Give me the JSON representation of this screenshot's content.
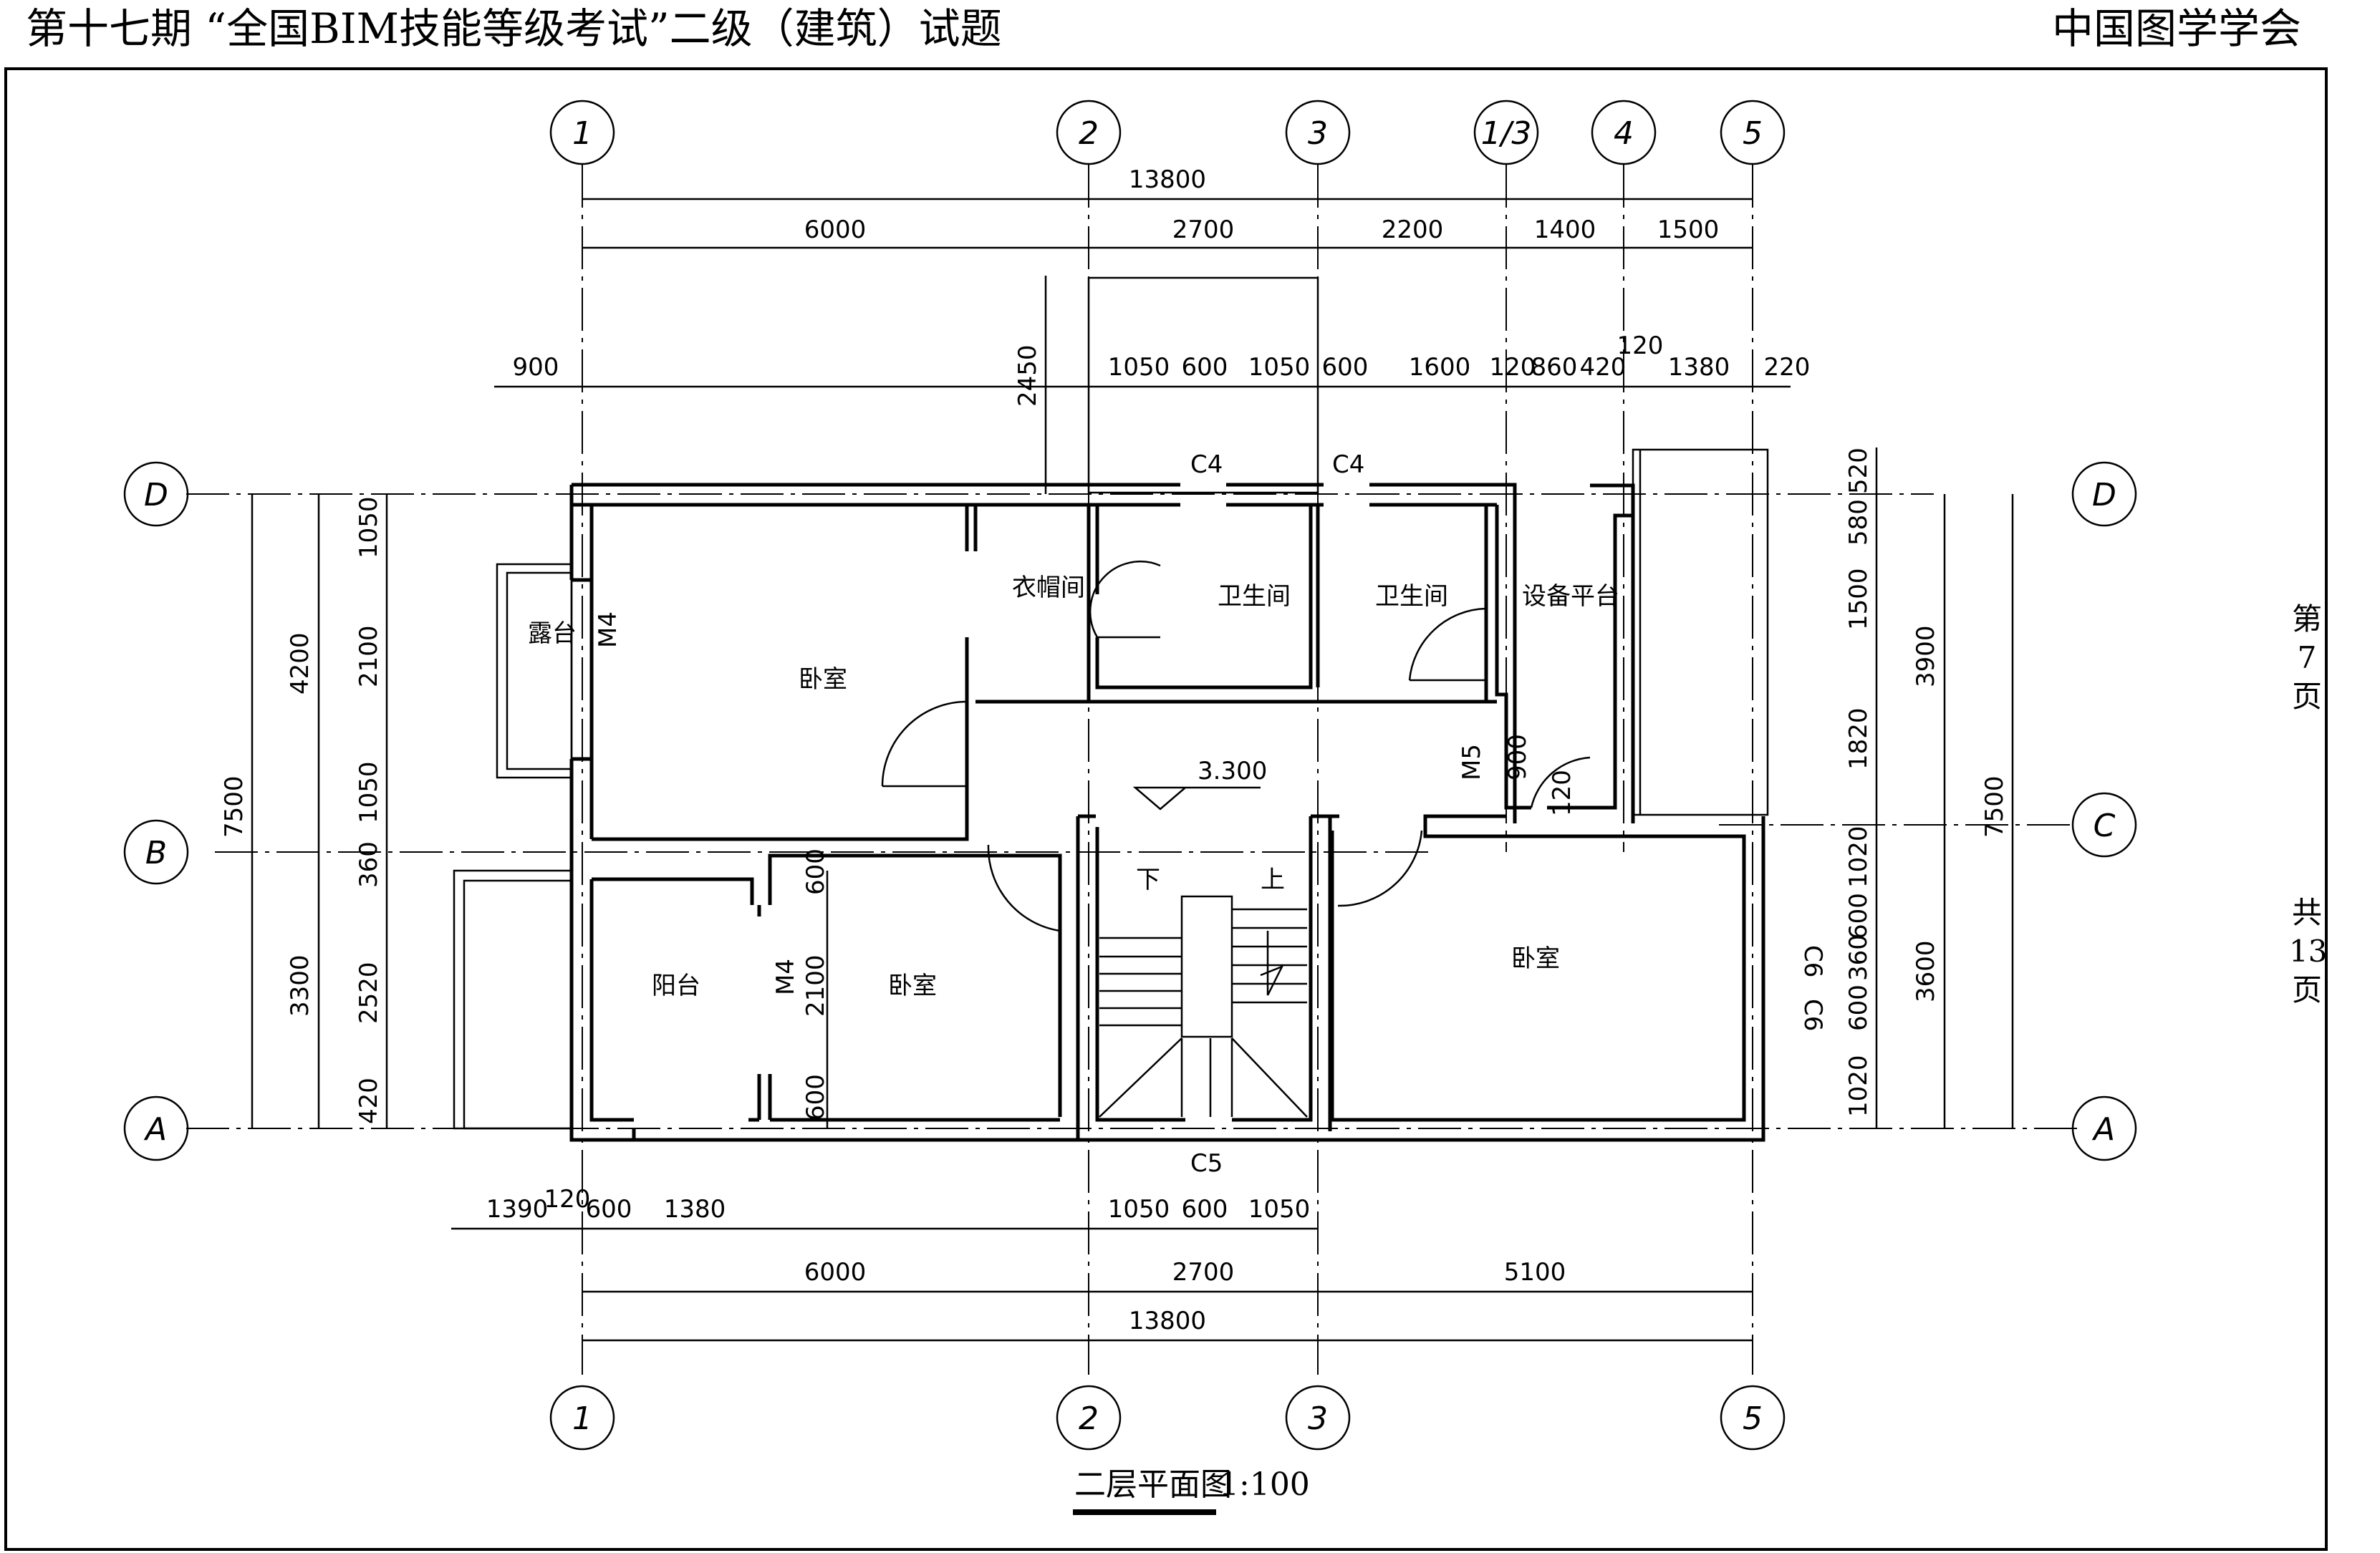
{
  "header": {
    "left": "第十七期 “全国BIM技能等级考试”二级（建筑）试题",
    "right": "中国图学学会"
  },
  "side": {
    "page_di": "第",
    "page_num": "7",
    "page_ye": "页",
    "total_gong": "共",
    "total_num": "13",
    "total_ye": "页"
  },
  "drawing": {
    "title": "二层平面图",
    "scale": "1:100",
    "axes_v": [
      "1",
      "2",
      "3",
      "1/3",
      "4",
      "5"
    ],
    "axes_h": [
      "D",
      "C",
      "B",
      "A"
    ],
    "elevation": "3.300",
    "rooms": {
      "bedroom": "卧室",
      "closet": "衣帽间",
      "bath": "卫生间",
      "equip": "设备平台",
      "terrace": "露台",
      "balcony": "阳台",
      "down": "下",
      "up": "上"
    },
    "tags": {
      "c4": "C4",
      "c5": "C5",
      "c6": "C6",
      "m4": "M4",
      "m5": "M5"
    },
    "dims": {
      "top_total": "13800",
      "top_row": [
        "6000",
        "2700",
        "2200",
        "1400",
        "1500"
      ],
      "top_detail": [
        "900",
        "1050",
        "600",
        "1050",
        "600",
        "1600",
        "120",
        "860",
        "420",
        "120",
        "1380",
        "220"
      ],
      "d2450": "2450",
      "bottom_detail": [
        "1390",
        "120",
        "600",
        "1380",
        "1050",
        "600",
        "1050"
      ],
      "bottom_row": [
        "6000",
        "2700",
        "5100"
      ],
      "bottom_total": "13800",
      "left_outer": "7500",
      "left_mid": [
        "4200",
        "3300"
      ],
      "left_inner": [
        "1050",
        "2100",
        "1050",
        "360",
        "2520",
        "420"
      ],
      "left_win": [
        "600",
        "2100",
        "600"
      ],
      "right_inner": [
        "520",
        "580",
        "1500",
        "1820",
        "1020",
        "600",
        "360",
        "600",
        "1020"
      ],
      "right_mid": [
        "3900",
        "3600"
      ],
      "right_outer": "7500",
      "door_dim": [
        "900",
        "120"
      ]
    }
  }
}
